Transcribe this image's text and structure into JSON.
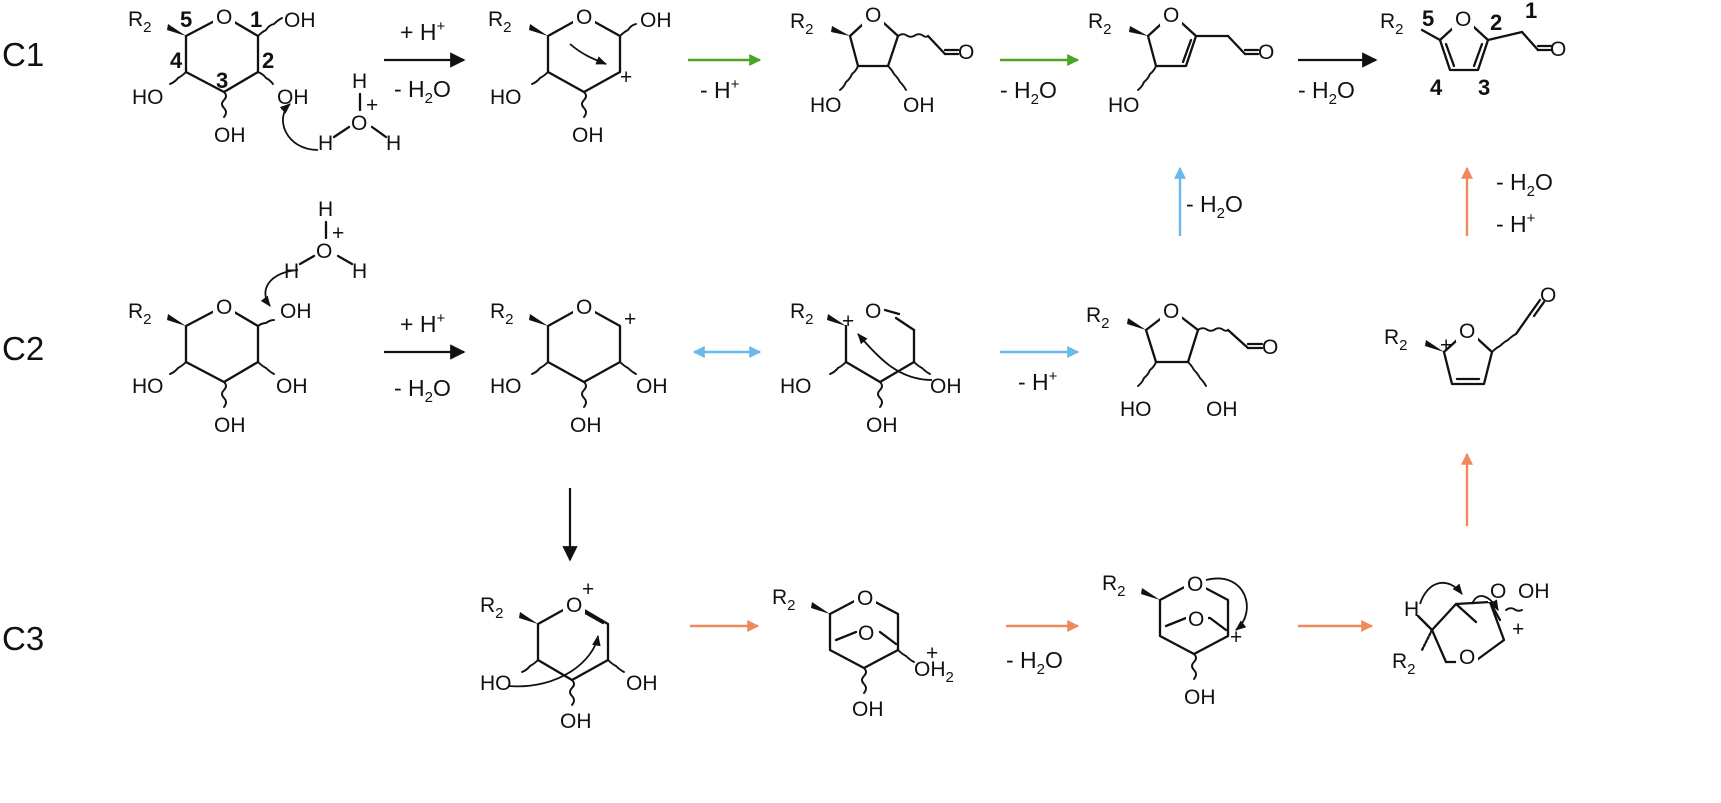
{
  "rows": {
    "c1": "C1",
    "c2": "C2",
    "c3": "C3"
  },
  "atoms": {
    "r": "R",
    "sub2": "2",
    "o": "O",
    "oh": "OH",
    "ho": "HO",
    "h": "H",
    "plus": "+",
    "oh_pre": "O",
    "oh_h2": "H",
    "oh_h2_sub": "2"
  },
  "numbering": {
    "n1": "1",
    "n2": "2",
    "n3": "3",
    "n4": "4",
    "n5": "5"
  },
  "reagents": {
    "plus_h": "+ H",
    "minus_h": "- H",
    "minus_h2o_pre": "- H",
    "sub2": "2",
    "minus_h2o_post": "O",
    "sup_plus": "+"
  },
  "colors": {
    "black": "#111111",
    "green": "#4aa523",
    "blue": "#6ab8ec",
    "orange": "#f08a5d"
  }
}
